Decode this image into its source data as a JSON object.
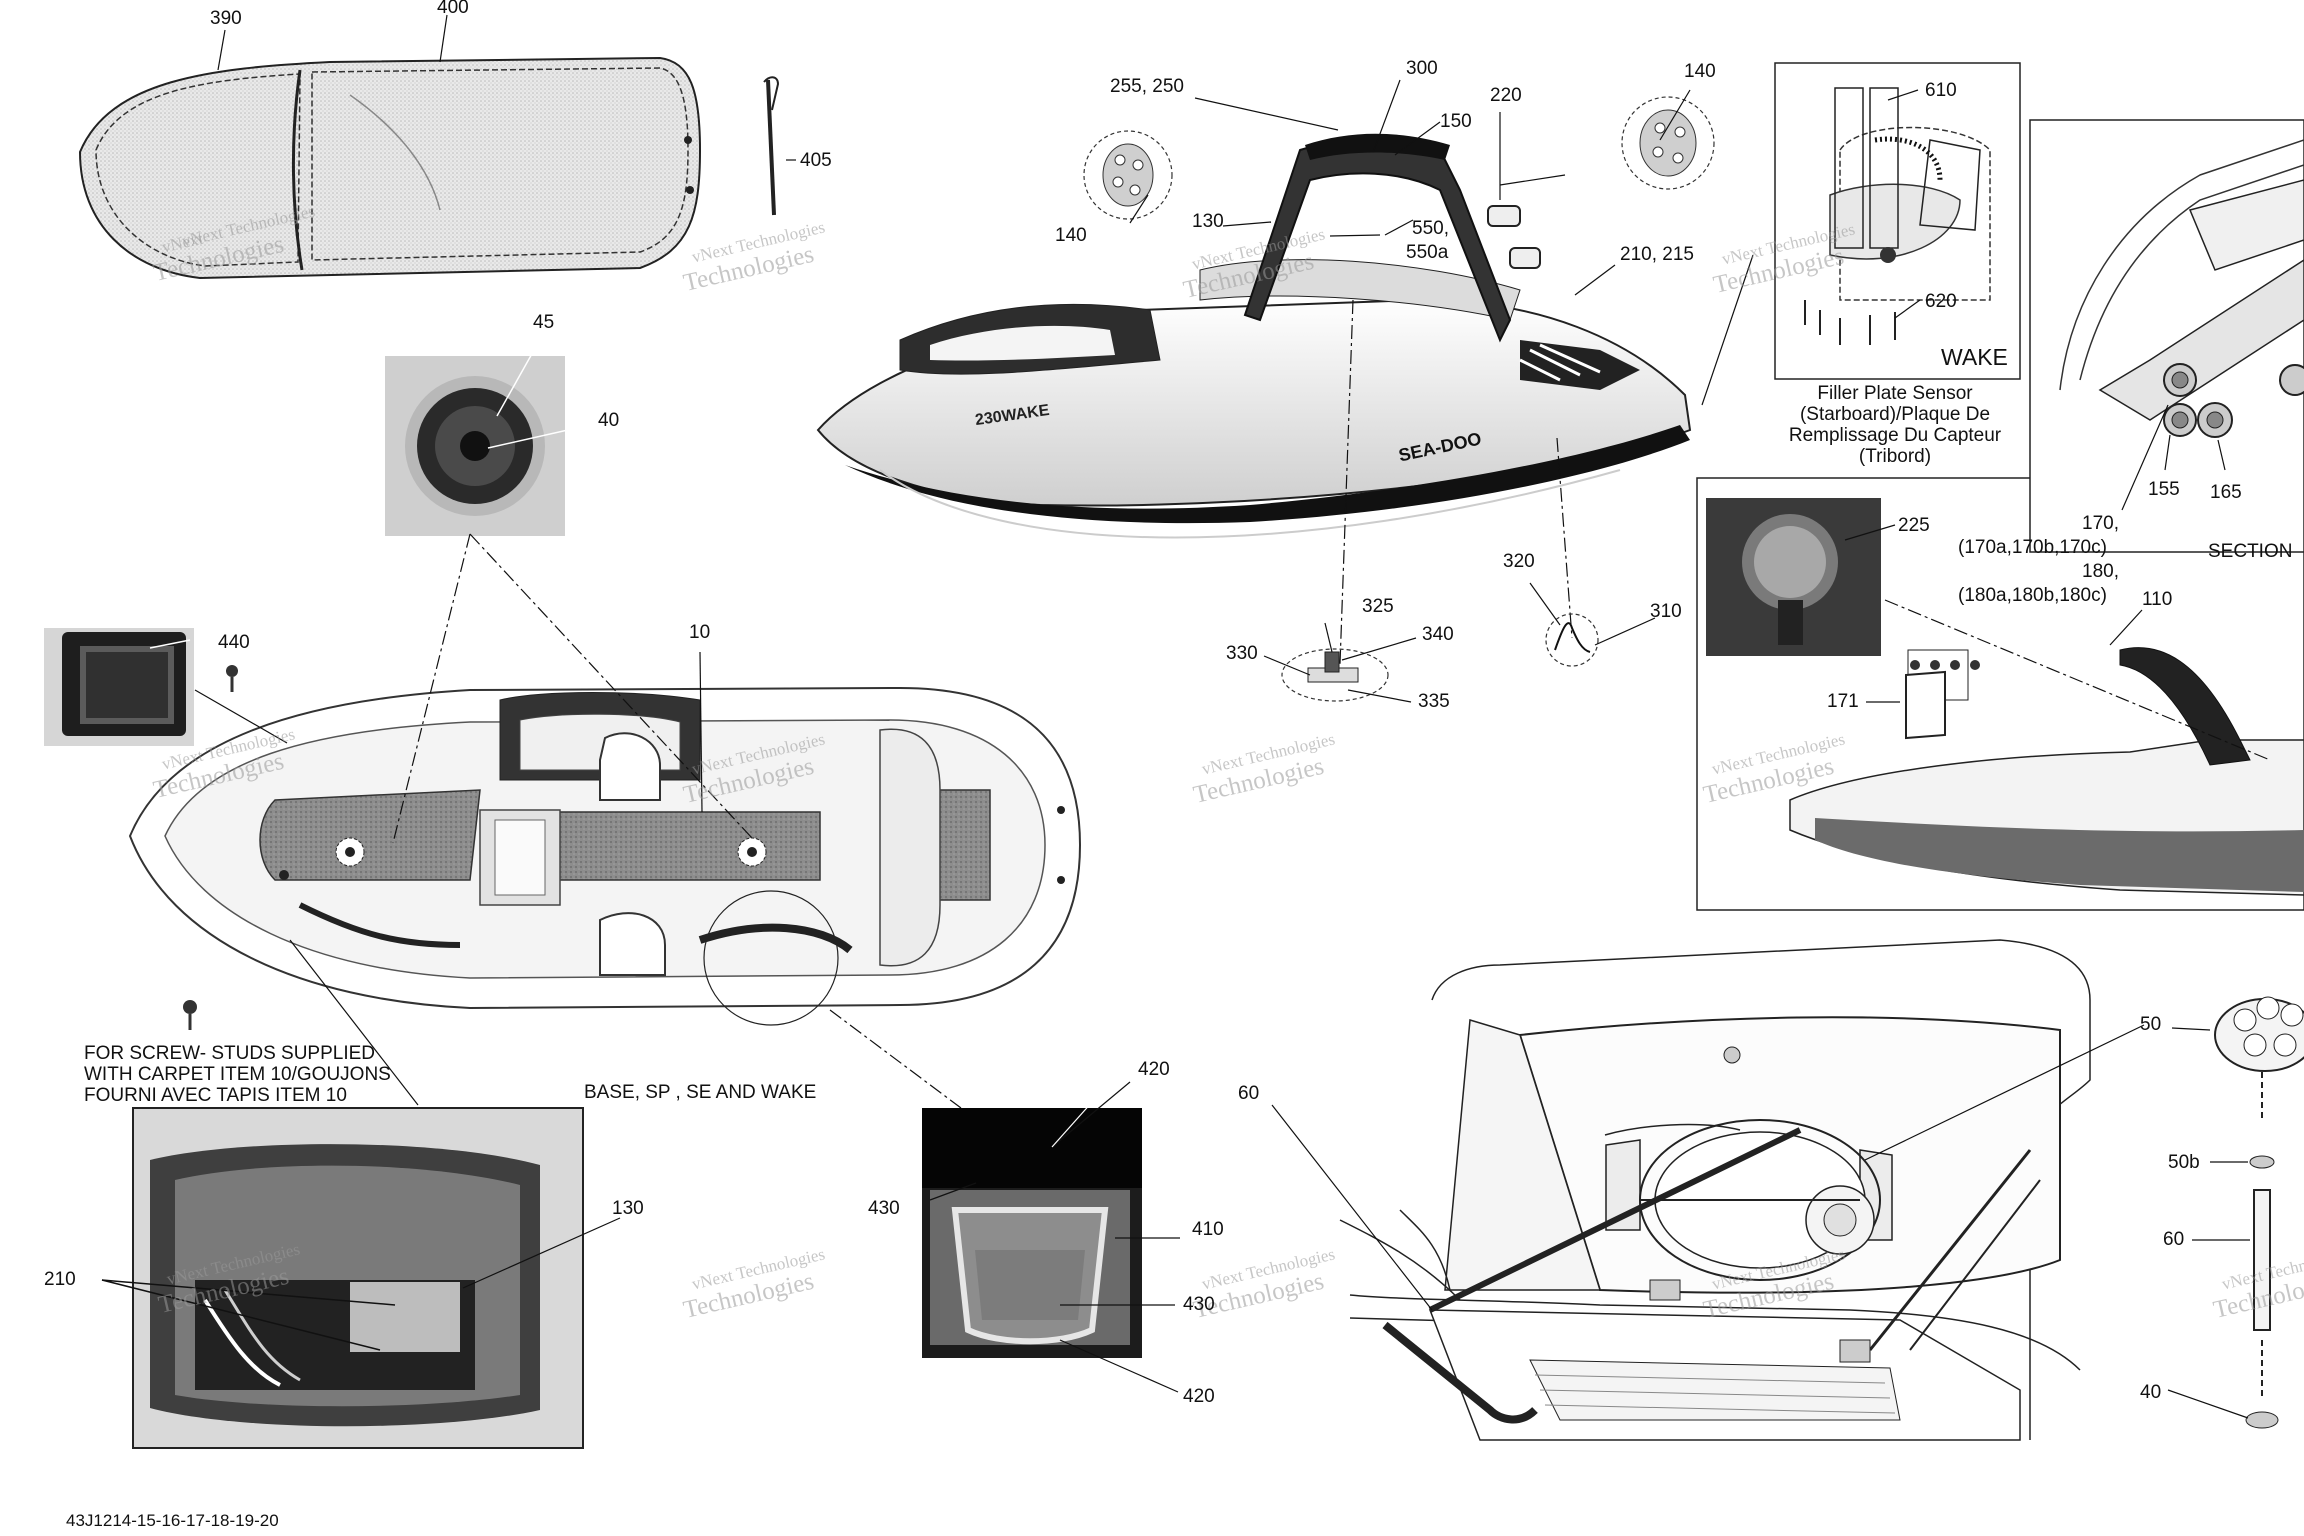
{
  "diagram": {
    "doc_code": "43J1214-15-16-17-18-19-20",
    "watermark_lines": [
      "vNext Technologies",
      "vNext",
      "Technologies"
    ],
    "notes": {
      "screw": [
        "FOR SCREW- STUDS SUPPLIED",
        "WITH CARPET ITEM 10/GOUJONS",
        "FOURNI AVEC TAPIS ITEM 10"
      ],
      "models": "BASE, SP , SE AND WAKE",
      "wake": "WAKE",
      "filler_plate": [
        "Filler Plate Sensor",
        "(Starboard)/Plaque De",
        "Remplissage Du Capteur",
        "(Tribord)"
      ],
      "section": "SECTION",
      "hull_text_1": "230WAKE",
      "hull_text_2": "SEA-DOO"
    },
    "callouts": {
      "c390": "390",
      "c400": "400",
      "c405": "405",
      "c45": "45",
      "c40a": "40",
      "c440": "440",
      "c10": "10",
      "c255": "255, 250",
      "c300": "300",
      "c150": "150",
      "c220": "220",
      "c140a": "140",
      "c140b": "140",
      "c130a": "130",
      "c550": "550,",
      "c550a": "550a",
      "c210a": "210, 215",
      "c610": "610",
      "c620": "620",
      "c320": "320",
      "c310": "310",
      "c325": "325",
      "c340": "340",
      "c330": "330",
      "c335": "335",
      "c225": "225",
      "c170": "170,",
      "c170abc": "(170a,170b,170c)",
      "c180": "180,",
      "c180abc": "(180a,180b,180c)",
      "c110": "110",
      "c171": "171",
      "c155": "155",
      "c165": "165",
      "c420a": "420",
      "c430a": "430",
      "c410": "410",
      "c430b": "430",
      "c420b": "420",
      "c130b": "130",
      "c210b": "210",
      "c60a": "60",
      "c50": "50",
      "c50b": "50b",
      "c60b": "60",
      "c40b": "40"
    }
  }
}
